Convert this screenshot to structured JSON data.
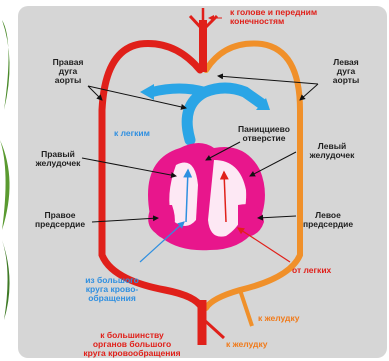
{
  "labels": {
    "head": "к голове и передним\nконечностям",
    "right_arch": "Правая\nдуга\nаорты",
    "left_arch": "Левая\nдуга\nаорты",
    "to_lungs": "к легким",
    "foramen": "Паницциево\nотверстие",
    "right_ventricle": "Правый\nжелудочек",
    "left_ventricle": "Левый\nжелудочек",
    "right_atrium": "Правое\nпредсердие",
    "left_atrium": "Левое\nпредсердие",
    "from_body": "из большого\nкруга крово-\nобращения",
    "from_lungs": "от легких",
    "stomach_1": "к желудку",
    "stomach_2": "к желудку",
    "most_organs": "к большинству\nорганов большого\nкруга кровообращения"
  },
  "colors": {
    "panel": "#d6d6d6",
    "vessel_red": "#e0201a",
    "vessel_orange": "#f0902a",
    "pulmonary_blue": "#2aa5e6",
    "heart_magenta": "#e8168c",
    "heart_inner": "#ffffff"
  }
}
